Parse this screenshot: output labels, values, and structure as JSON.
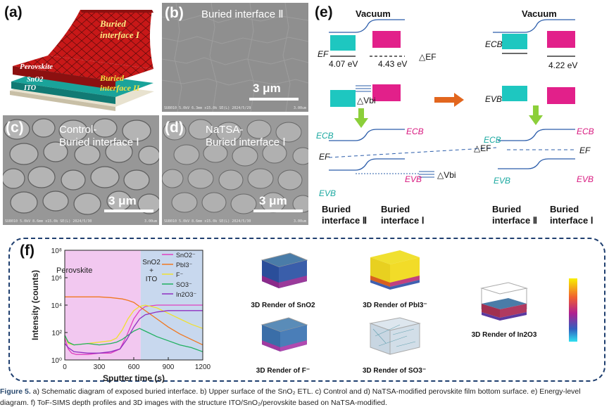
{
  "panel_a": {
    "label": "(a)",
    "buried_interface_1": "Buried interface I",
    "perovskite": "Perovskite",
    "sno2": "SnO2",
    "ito": "ITO",
    "buried_interface_2": "Buried interface II"
  },
  "panel_b": {
    "label": "(b)",
    "title": "Buried interface Ⅱ",
    "scale": "3 μm",
    "meta": "SU8010 5.0kV 6.3mm x15.0k SE(L) 2024/5/29",
    "meta_right": "3.00um"
  },
  "panel_c": {
    "label": "(c)",
    "title_line1": "Control-",
    "title_line2": "Buried interface Ⅰ",
    "scale": "3 μm",
    "meta": "SU8010 5.0kV 8.6mm x15.0k SE(L) 2024/5/30",
    "meta_right": "3.00um"
  },
  "panel_d": {
    "label": "(d)",
    "title_line1": "NaTSA-",
    "title_line2": "Buried interface Ⅰ",
    "scale": "3 μm",
    "meta": "SU8010 5.0kV 8.6mm x15.0k SE(L) 2024/5/30",
    "meta_right": "3.00um"
  },
  "panel_e": {
    "label": "(e)",
    "vacuum_left": "Vacuum",
    "vacuum_right": "Vacuum",
    "ef": "EF",
    "ef_value_left": "4.07 eV",
    "ef_value_right": "4.43 eV",
    "delta_ef": "△EF",
    "ecb_right": "ECB",
    "ecb_value": "4.22 eV",
    "evb_right": "EVB",
    "delta_vbi": "△Vbi",
    "ecb_left_band": "ECB",
    "ecb_pink_band": "ECB",
    "ef_band": "EF",
    "delta_ef_band": "△EF",
    "ef_band_right": "EF",
    "evb_pink_band": "EVB",
    "delta_vbi_band": "△Vbi",
    "evb_left_band": "EVB",
    "ecb_band_r1": "ECB",
    "ecb_band_r2": "ECB",
    "evb_band_r1": "EVB",
    "evb_band_r2": "EVB",
    "buried_label": "Buried",
    "interface_ii": "interface Ⅱ",
    "interface_i": "interface Ⅰ",
    "colors": {
      "teal": "#1ec7c0",
      "magenta": "#e2208a",
      "band_line": "#2a5caa",
      "teal_text": "#1aa8a0",
      "magenta_text": "#d8187f"
    }
  },
  "panel_f": {
    "label": "(f)",
    "region_perovskite": "Perovskite",
    "region_sno2_line1": "SnO2",
    "region_sno2_line2": "+",
    "region_sno2_line3": "ITO",
    "renders": [
      {
        "caption": "3D Render of SnO2"
      },
      {
        "caption": "3D Render of PbI3⁻"
      },
      {
        "caption": "3D Render of In2O3"
      },
      {
        "caption": "3D Render of F⁻"
      },
      {
        "caption": "3D Render of SO3⁻"
      }
    ]
  },
  "chart_data": {
    "type": "line",
    "xlabel": "Sputter time (s)",
    "ylabel": "Intensity (counts)",
    "xlim": [
      0,
      1200
    ],
    "ylim_log10": [
      0,
      8
    ],
    "x_ticks": [
      "0",
      "300",
      "600",
      "900",
      "1200"
    ],
    "y_ticks": [
      "10⁰",
      "10²",
      "10⁴",
      "10⁶",
      "10⁸"
    ],
    "y_scale": "log",
    "legend_position": "top-right",
    "series": [
      {
        "name": "SnO2⁻",
        "color": "#e040c0",
        "x": [
          0,
          30,
          60,
          100,
          200,
          300,
          400,
          480,
          540,
          600,
          650,
          700,
          800,
          900,
          1000,
          1100,
          1200
        ],
        "log10_y": [
          1.6,
          0.8,
          0.5,
          0.4,
          0.4,
          0.5,
          0.5,
          0.8,
          1.8,
          3.0,
          3.6,
          3.9,
          4.0,
          4.0,
          4.0,
          4.0,
          4.0
        ]
      },
      {
        "name": "PbI3⁻",
        "color": "#f07820",
        "x": [
          0,
          100,
          200,
          300,
          400,
          500,
          550,
          600,
          650,
          700,
          800,
          900,
          1000,
          1100,
          1200
        ],
        "log10_y": [
          4.6,
          4.6,
          4.6,
          4.6,
          4.55,
          4.45,
          4.35,
          4.2,
          3.9,
          3.6,
          3.0,
          2.4,
          1.9,
          1.5,
          1.1
        ]
      },
      {
        "name": "F⁻",
        "color": "#f0e030",
        "x": [
          0,
          30,
          80,
          200,
          300,
          400,
          450,
          500,
          550,
          600,
          650,
          700,
          800,
          900,
          1000,
          1100,
          1200
        ],
        "log10_y": [
          1.8,
          1.2,
          1.1,
          1.2,
          1.3,
          1.4,
          1.6,
          2.2,
          3.0,
          3.6,
          3.9,
          4.0,
          3.8,
          3.4,
          3.0,
          2.6,
          2.3
        ]
      },
      {
        "name": "SO3⁻",
        "color": "#20b060",
        "x": [
          0,
          30,
          80,
          200,
          300,
          400,
          450,
          500,
          550,
          600,
          650,
          700,
          800,
          900,
          1000,
          1100,
          1200
        ],
        "log10_y": [
          1.8,
          1.3,
          1.1,
          1.2,
          1.1,
          1.2,
          1.3,
          1.5,
          1.8,
          2.1,
          2.3,
          2.1,
          1.7,
          1.4,
          1.1,
          0.9,
          0.6
        ]
      },
      {
        "name": "In2O3⁻",
        "color": "#9030c0",
        "x": [
          0,
          30,
          80,
          200,
          300,
          400,
          480,
          540,
          600,
          650,
          700,
          800,
          900,
          1000,
          1100,
          1200
        ],
        "log10_y": [
          1.2,
          0.9,
          0.6,
          0.5,
          0.5,
          0.6,
          0.8,
          1.5,
          2.4,
          3.0,
          3.3,
          3.5,
          3.6,
          3.6,
          3.6,
          3.6
        ]
      }
    ],
    "regions": [
      {
        "name": "Perovskite",
        "from": 0,
        "to": 660
      },
      {
        "name": "SnO2 + ITO",
        "from": 660,
        "to": 1200
      }
    ]
  },
  "caption": {
    "figure": "Figure 5.",
    "text": " a) Schematic diagram of exposed buried interface. b) Upper surface of the SnO₂ ETL. c) Control and d) NaTSA-modified perovskite film bottom surface. e) Energy-level diagram. f) ToF-SIMS depth profiles and 3D images with the structure ITO/SnO₂/perovskite based on NaTSA-modified."
  }
}
